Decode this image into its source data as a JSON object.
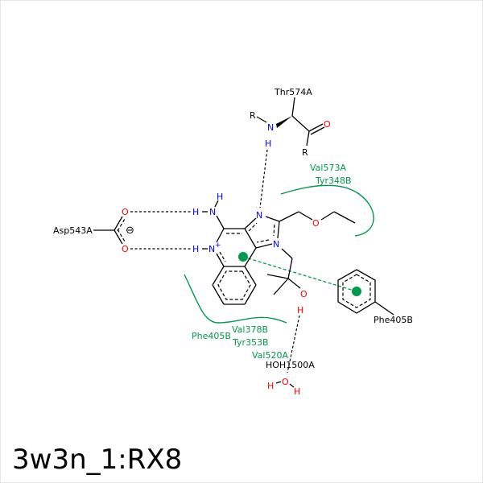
{
  "title": "3w3n_1:RX8",
  "residues": {
    "thr574a": "Thr574A",
    "asp543a": "Asp543A",
    "phe405b_ring": "Phe405B",
    "water": "HOH1500A",
    "val573a": "Val573A",
    "tyr348b": "Tyr348B",
    "phe405b": "Phe405B",
    "val378b": "Val378B",
    "tyr353b": "Tyr353B",
    "val520a": "Val520A"
  },
  "atoms": {
    "N": "N",
    "H": "H",
    "O": "O",
    "R": "R",
    "Nplus": "N",
    "plus": "+",
    "minus": "⊖"
  },
  "colors": {
    "hydrophobic": "#009a4c",
    "nitrogen": "#0000ff",
    "oxygen": "#ff0000"
  }
}
